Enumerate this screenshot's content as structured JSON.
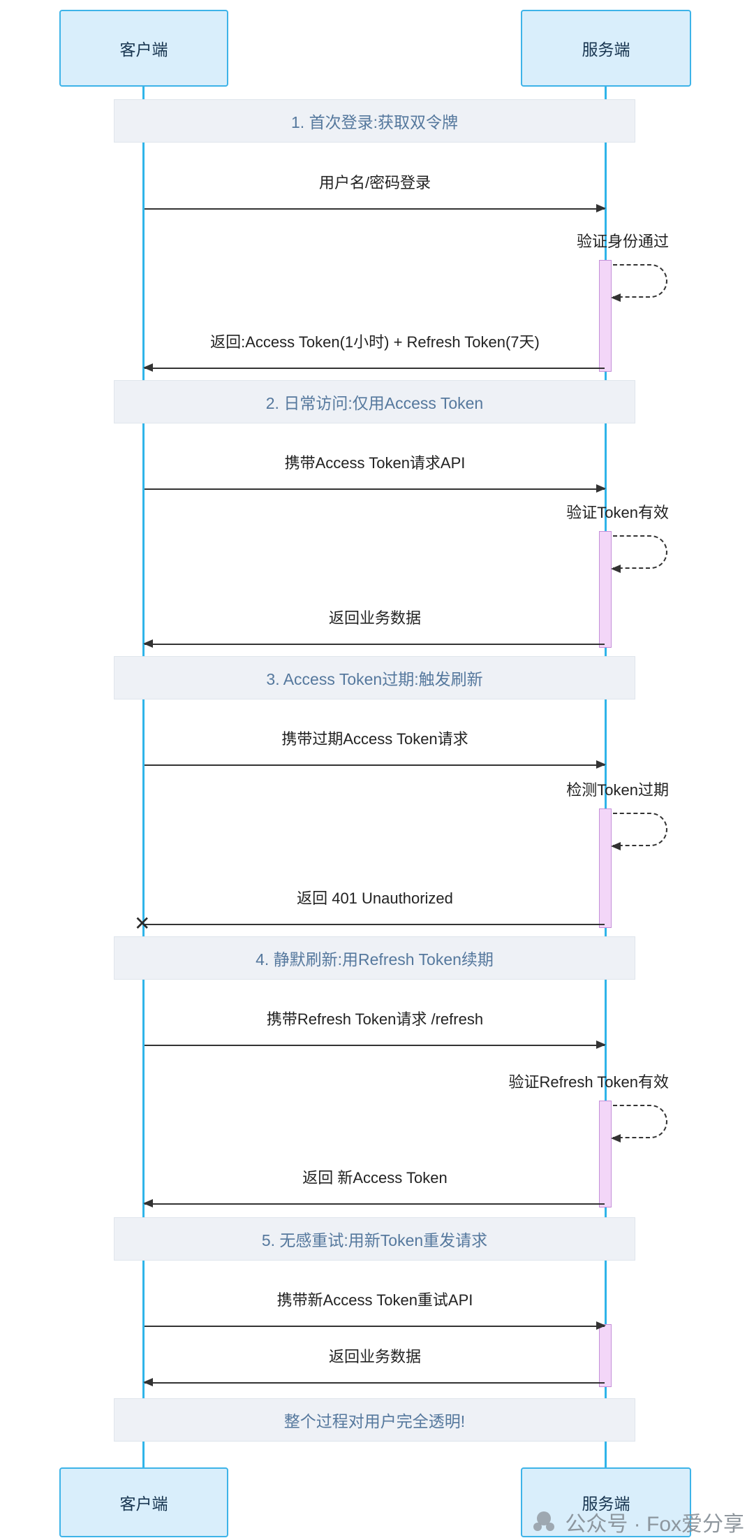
{
  "actors": {
    "client": "客户端",
    "server": "服务端"
  },
  "sections": [
    {
      "title": "1. 首次登录:获取双令牌",
      "request": "用户名/密码登录",
      "self_check": "验证身份通过",
      "response": "返回:Access Token(1小时) + Refresh Token(7天)"
    },
    {
      "title": "2. 日常访问:仅用Access Token",
      "request": "携带Access Token请求API",
      "self_check": "验证Token有效",
      "response": "返回业务数据"
    },
    {
      "title": "3. Access Token过期:触发刷新",
      "request": "携带过期Access Token请求",
      "self_check": "检测Token过期",
      "response": "返回 401 Unauthorized"
    },
    {
      "title": "4. 静默刷新:用Refresh Token续期",
      "request": "携带Refresh Token请求 /refresh",
      "self_check": "验证Refresh Token有效",
      "response": "返回 新Access Token"
    },
    {
      "title": "5. 无感重试:用新Token重发请求",
      "request": "携带新Access Token重试API",
      "response": "返回业务数据"
    }
  ],
  "note": "整个过程对用户完全透明!",
  "icons": {
    "cross": "✕"
  },
  "watermark": "公众号 · Fox爱分享",
  "colors": {
    "lifeline": "#2fb4e9",
    "actor_fill": "#d9eefb",
    "actor_border": "#3db3e8",
    "band_fill": "#eef1f6",
    "band_text": "#55789d",
    "activation_fill": "#f3d6f8",
    "activation_border": "#c490d8",
    "arrow": "#333333"
  }
}
